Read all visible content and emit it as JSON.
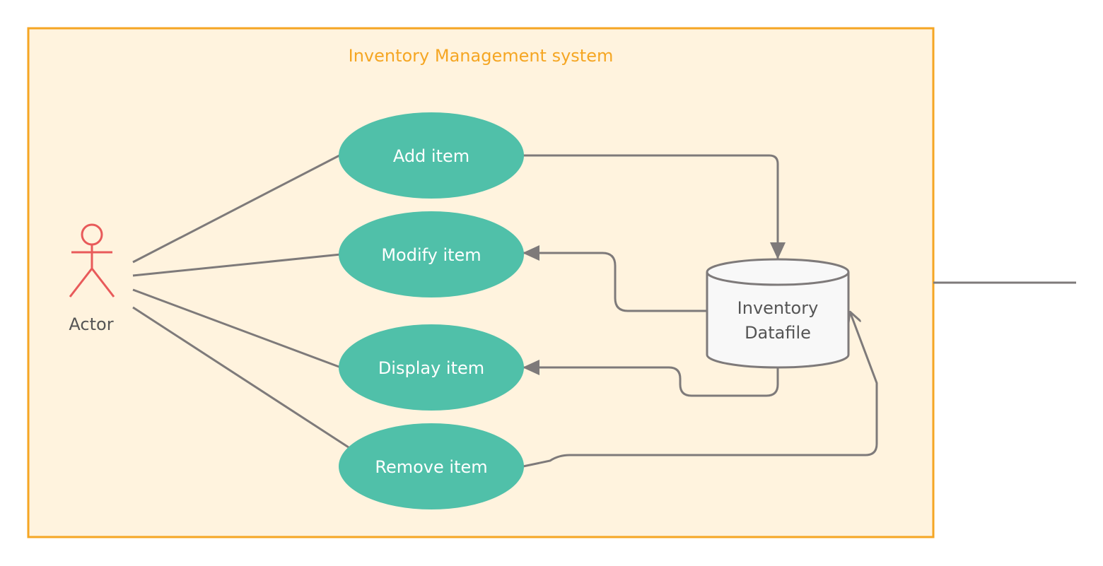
{
  "system": {
    "title": "Inventory Management system"
  },
  "actor": {
    "label": "Actor"
  },
  "use_cases": {
    "add": "Add item",
    "modify": "Modify item",
    "display": "Display item",
    "remove": "Remove item"
  },
  "datastore": {
    "line1": "Inventory",
    "line2": "Datafile"
  },
  "colors": {
    "boundary_fill": "#FFF3DE",
    "boundary_stroke": "#F5A623",
    "title": "#F5A623",
    "use_case_fill": "#50C0A9",
    "use_case_text": "#FFFFFF",
    "actor": "#E85A5A",
    "connector": "#7E7A7A",
    "datastore_fill": "#F8F8F8",
    "datastore_stroke": "#7E7A7A",
    "label_text": "#555555"
  }
}
